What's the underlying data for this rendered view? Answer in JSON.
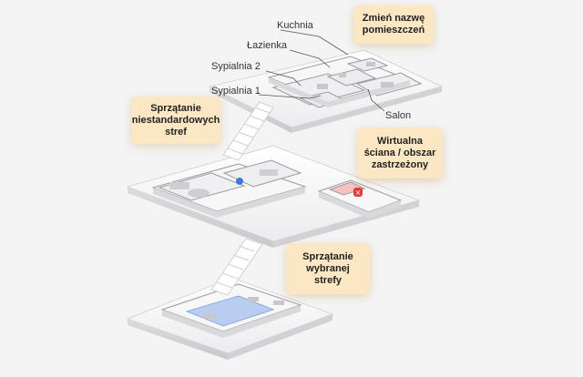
{
  "callouts": {
    "rename_rooms": "Zmień nazwę pomieszczeń",
    "custom_zone": "Sprzątanie niestandardowych stref",
    "virtual_wall": "Wirtualna ściana / obszar zastrzeżony",
    "selected_zone": "Sprzątanie wybranej strefy"
  },
  "room_labels": {
    "kitchen": "Kuchnia",
    "bathroom": "Łazienka",
    "bedroom_2": "Sypialnia 2",
    "bedroom_1": "Sypialnia 1",
    "living_room": "Salon"
  },
  "colors": {
    "callout_bg": "#fbe7c4",
    "selected_zone": "#b9cdf0",
    "restricted_zone": "#f08a8a",
    "virtual_wall_marker": "#e23b3b",
    "robot_marker": "#3a7bd5"
  }
}
